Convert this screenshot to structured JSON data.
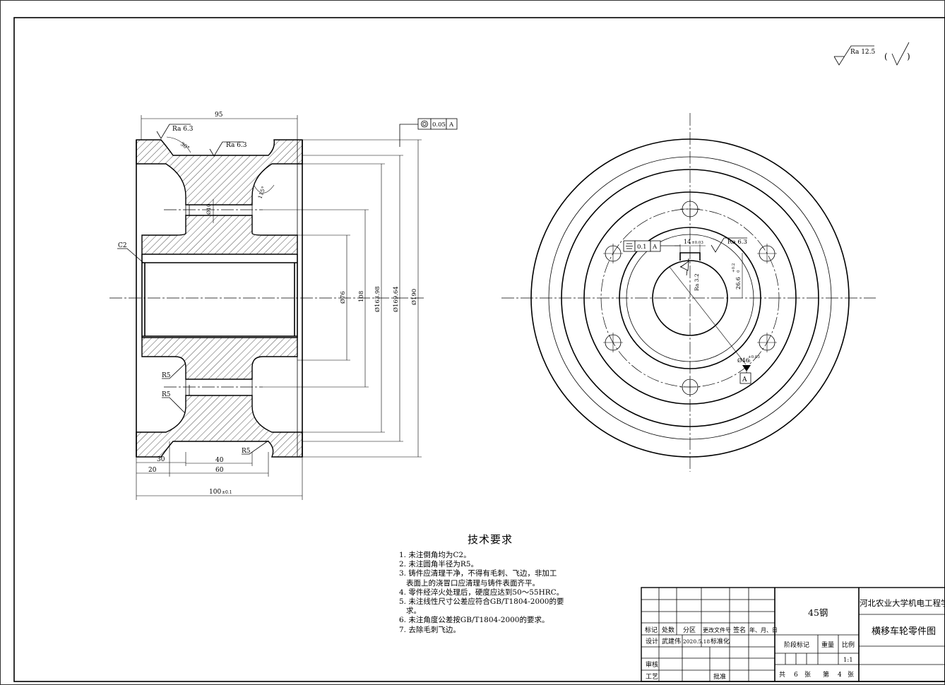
{
  "drawing": {
    "surface_finish_general": "Ra 12.5",
    "surface_finish_other": "(",
    "surface_finish_other_close": ")",
    "section_view": {
      "dim_95": "95",
      "ra_top_left": "Ra 6.3",
      "ra_top_mid": "Ra 6.3",
      "angle_30": "30°",
      "angle_115": "115°",
      "dia_10": "Ø10",
      "chamfer": "C2",
      "dia_76": "Ø76",
      "dim_108": "108",
      "dia_163": "Ø163.98",
      "dia_169": "Ø169.64",
      "dia_190": "Ø190",
      "r5_a": "R5",
      "r5_b": "R5",
      "r5_c": "R5",
      "dim_30": "30",
      "dim_40": "40",
      "dim_20": "20",
      "dim_60": "60",
      "dim_100": "100",
      "dim_100_tol": "±0.1",
      "concentricity_tol": "0.05",
      "concentricity_datum": "A"
    },
    "end_view": {
      "symmetry_tol": "0.1",
      "symmetry_datum": "A",
      "key_width": "14",
      "key_width_tol": "±0.03",
      "ra_key": "Ra 6.3",
      "key_depth": "26.6",
      "key_depth_tol": "+0.2",
      "key_depth_tol2": "0",
      "ra_bore": "Ra 3.2",
      "bore_dia": "Ø46",
      "bore_tol": "+0.03",
      "bore_tol2": "0",
      "datum": "A"
    }
  },
  "requirements": {
    "title": "技术要求",
    "items": [
      "1. 未注倒角均为C2。",
      "2. 未注圆角半径为R5。",
      "3. 铸件应清理干净，不得有毛刺、飞边，非加工",
      "表面上的浇冒口应清理与铸件表面齐平。",
      "4. 零件经淬火处理后，硬度应达到50～55HRC。",
      "5. 未注线性尺寸公差应符合GB/T1804-2000的要",
      "求。",
      "6. 未注角度公差按GB/T1804-2000的要求。",
      "7. 去除毛刺飞边。"
    ]
  },
  "title_block": {
    "material": "45钢",
    "school": "河北农业大学机电工程学院",
    "part_name": "横移车轮零件图",
    "h_mark": "标记",
    "h_count": "处数",
    "h_zone": "分区",
    "h_doc": "更改文件号",
    "h_sign": "签名",
    "h_date": "年、月、日",
    "designer_label": "设计",
    "designer": "武建伟",
    "design_date": "2020.5.18",
    "standard_label": "标准化",
    "stage_label": "阶段标记",
    "weight_label": "重量",
    "scale_label": "比例",
    "scale": "1:1",
    "review_label": "审核",
    "process_label": "工艺",
    "approve_label": "批准",
    "sheets_total_prefix": "共",
    "sheets_total": "6",
    "sheets_total_suffix": "张",
    "sheet_no_prefix": "第",
    "sheet_no": "4",
    "sheet_no_suffix": "张"
  }
}
